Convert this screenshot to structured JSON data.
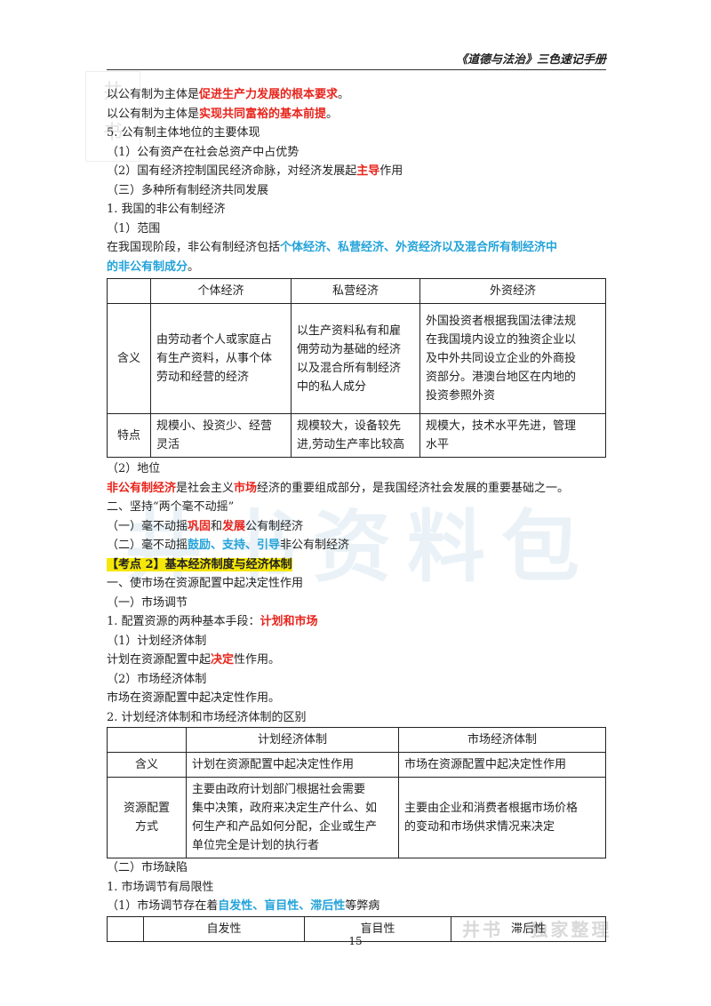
{
  "header": {
    "title": "《道德与法治》三色速记手册"
  },
  "logo": {
    "glyph1": "井",
    "glyph2": "书"
  },
  "watermark": {
    "main": "井书资料包",
    "corner": "井书 · 独家整理"
  },
  "lines_a": {
    "l1": {
      "a": "以公有制为主体是",
      "b": "促进生产力发展的根本要求",
      "c": "。"
    },
    "l2": {
      "a": "以公有制为主体是",
      "b": "实现共同富裕的基本前提",
      "c": "。"
    },
    "l3": "5. 公有制主体地位的主要体现",
    "l4": "（1）公有资产在社会总资产中占优势",
    "l5": {
      "a": "（2）国有经济控制国民经济命脉，对经济发展起",
      "b": "主导",
      "c": "作用"
    },
    "l6": "（三）多种所有制经济共同发展",
    "l7": "1. 我国的非公有制经济",
    "l8": "（1）范围",
    "l9": {
      "a": "在我国现阶段，非公有制经济包括",
      "b": "个体经济、私营经济、外资经济以及混合所有制经济中"
    },
    "l10": {
      "b": "的非公有制成分",
      "c": "。"
    }
  },
  "table1": {
    "headers": [
      "",
      "个体经济",
      "私营经济",
      "外资经济"
    ],
    "row1": {
      "label": "含义",
      "c1": [
        "由劳动者个人或家庭占",
        "有生产资料，从事个体",
        "劳动和经营的经济"
      ],
      "c2": [
        "以生产资料私有和雇",
        "佣劳动为基础的经济",
        "以及混合所有制经济",
        "中的私人成分"
      ],
      "c3": [
        "外国投资者根据我国法律法规",
        "在我国境内设立的独资企业以",
        "及中外共同设立企业的外商投",
        "资部分。港澳台地区在内地的",
        "投资参照外资"
      ]
    },
    "row2": {
      "label": "特点",
      "c1": [
        "规模小、投资少、经营",
        "灵活"
      ],
      "c2": [
        "规模较大，设备较先",
        "进,劳动生产率比较高"
      ],
      "c3": [
        "规模大，技术水平先进，管理",
        "水平"
      ]
    }
  },
  "lines_b": {
    "l1": "（2）地位",
    "l2": {
      "b": "非公有制经济",
      "a": "是社会主义",
      "r": "市场",
      "c": "经济的重要组成部分，是我国经济社会发展的重要基础之一。"
    },
    "l3": "二、坚持“两个毫不动摇”",
    "l4": {
      "a": "（一）毫不动摇",
      "b": "巩固",
      "c": "和",
      "d": "发展",
      "e": "公有制经济"
    },
    "l5": {
      "a": "（二）毫不动摇",
      "b": "鼓励、支持、引导",
      "c": "非公有制经济"
    },
    "l6": "【考点 2】基本经济制度与经济体制",
    "l7": "一、使市场在资源配置中起决定性作用",
    "l8": "（一）市场调节",
    "l9": {
      "a": "1. 配置资源的两种基本手段：",
      "b": "计划和市场"
    },
    "l10": "（1）计划经济体制",
    "l11": {
      "a": "计划在资源配置中起",
      "b": "决定",
      "c": "性作用。"
    },
    "l12": "（2）市场经济体制",
    "l13": "市场在资源配置中起决定性作用。",
    "l14": "2. 计划经济体制和市场经济体制的区别"
  },
  "table2": {
    "headers": [
      "",
      "计划经济体制",
      "市场经济体制"
    ],
    "row1": {
      "label": "含义",
      "c1": "计划在资源配置中起决定性作用",
      "c2": "市场在资源配置中起决定性作用"
    },
    "row2": {
      "label": [
        "资源配置",
        "方式"
      ],
      "c1": [
        "主要由政府计划部门根据社会需要",
        "集中决策，政府来决定生产什么、如",
        "何生产和产品如何分配，企业或生产",
        "单位完全是计划的执行者"
      ],
      "c2": [
        "主要由企业和消费者根据市场价格",
        "的变动和市场供求情况来决定"
      ]
    }
  },
  "lines_c": {
    "l1": "（二）市场缺陷",
    "l2": "1. 市场调节有局限性",
    "l3": {
      "a": "（1）市场调节存在着",
      "b": "自发性、盲目性、滞后性",
      "c": "等弊病"
    }
  },
  "table3": {
    "headers": [
      "",
      "自发性",
      "盲目性",
      "滞后性"
    ]
  },
  "page": {
    "number": "15"
  },
  "colors": {
    "red": "#e8241c",
    "blue": "#23a3d9",
    "highlight": "#f6e70a"
  }
}
